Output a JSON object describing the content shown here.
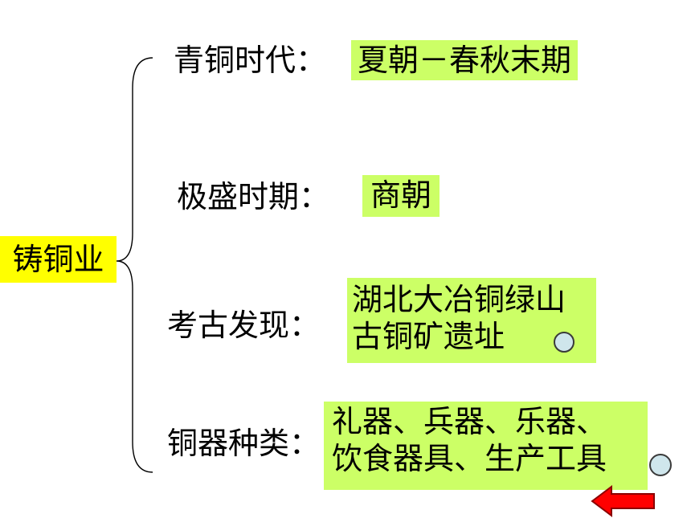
{
  "root": {
    "label": "铸铜业"
  },
  "branches": [
    {
      "label": "青铜时代：",
      "value_lines": [
        "夏朝－春秋末期"
      ]
    },
    {
      "label": "极盛时期：",
      "value_lines": [
        "商朝"
      ]
    },
    {
      "label": "考古发现：",
      "value_lines": [
        "湖北大冶铜绿山",
        "古铜矿遗址"
      ]
    },
    {
      "label": "铜器种类：",
      "value_lines": [
        "礼器、兵器、乐器、",
        "饮食器具、生产工具"
      ]
    }
  ],
  "colors": {
    "root_bg": "#ffff00",
    "box_bg": "#ccff66",
    "circle_fill": "#cfe6ec",
    "arrow_fill": "#ff0000"
  },
  "icons": [
    "circle-button-icon",
    "back-arrow-icon"
  ]
}
